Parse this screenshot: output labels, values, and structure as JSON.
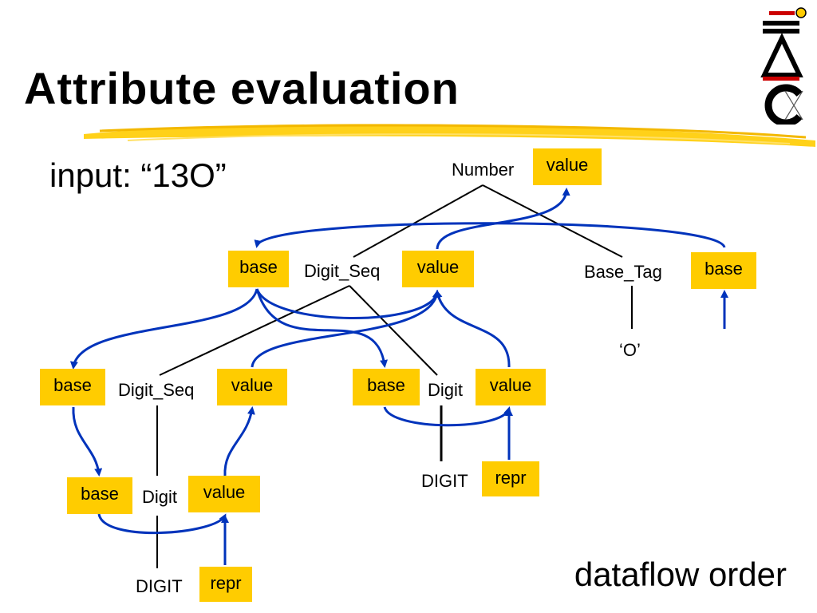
{
  "slide": {
    "title": "Attribute evaluation",
    "input_label": "input: “13O”",
    "caption": "dataflow order"
  },
  "colors": {
    "attribute_box": "#FFCC00",
    "dataflow_arrow": "#0033BB",
    "tree_edge": "#000000",
    "title_underline": "#FFCC00"
  },
  "tree": {
    "nodes": {
      "number": "Number",
      "digit_seq_top": "Digit_Seq",
      "base_tag": "Base_Tag",
      "o_literal": "‘O’",
      "digit_seq_mid": "Digit_Seq",
      "digit_right": "Digit",
      "digit_token_right": "DIGIT",
      "digit_left": "Digit",
      "digit_token_left": "DIGIT"
    },
    "attributes": {
      "number_value": "value",
      "top_seq_base": "base",
      "top_seq_value": "value",
      "base_tag_base": "base",
      "mid_seq_base": "base",
      "mid_seq_value": "value",
      "right_digit_base": "base",
      "right_digit_value": "value",
      "right_repr": "repr",
      "left_digit_base": "base",
      "left_digit_value": "value",
      "left_repr": "repr"
    }
  },
  "logo": {
    "name": "logo-icon"
  }
}
